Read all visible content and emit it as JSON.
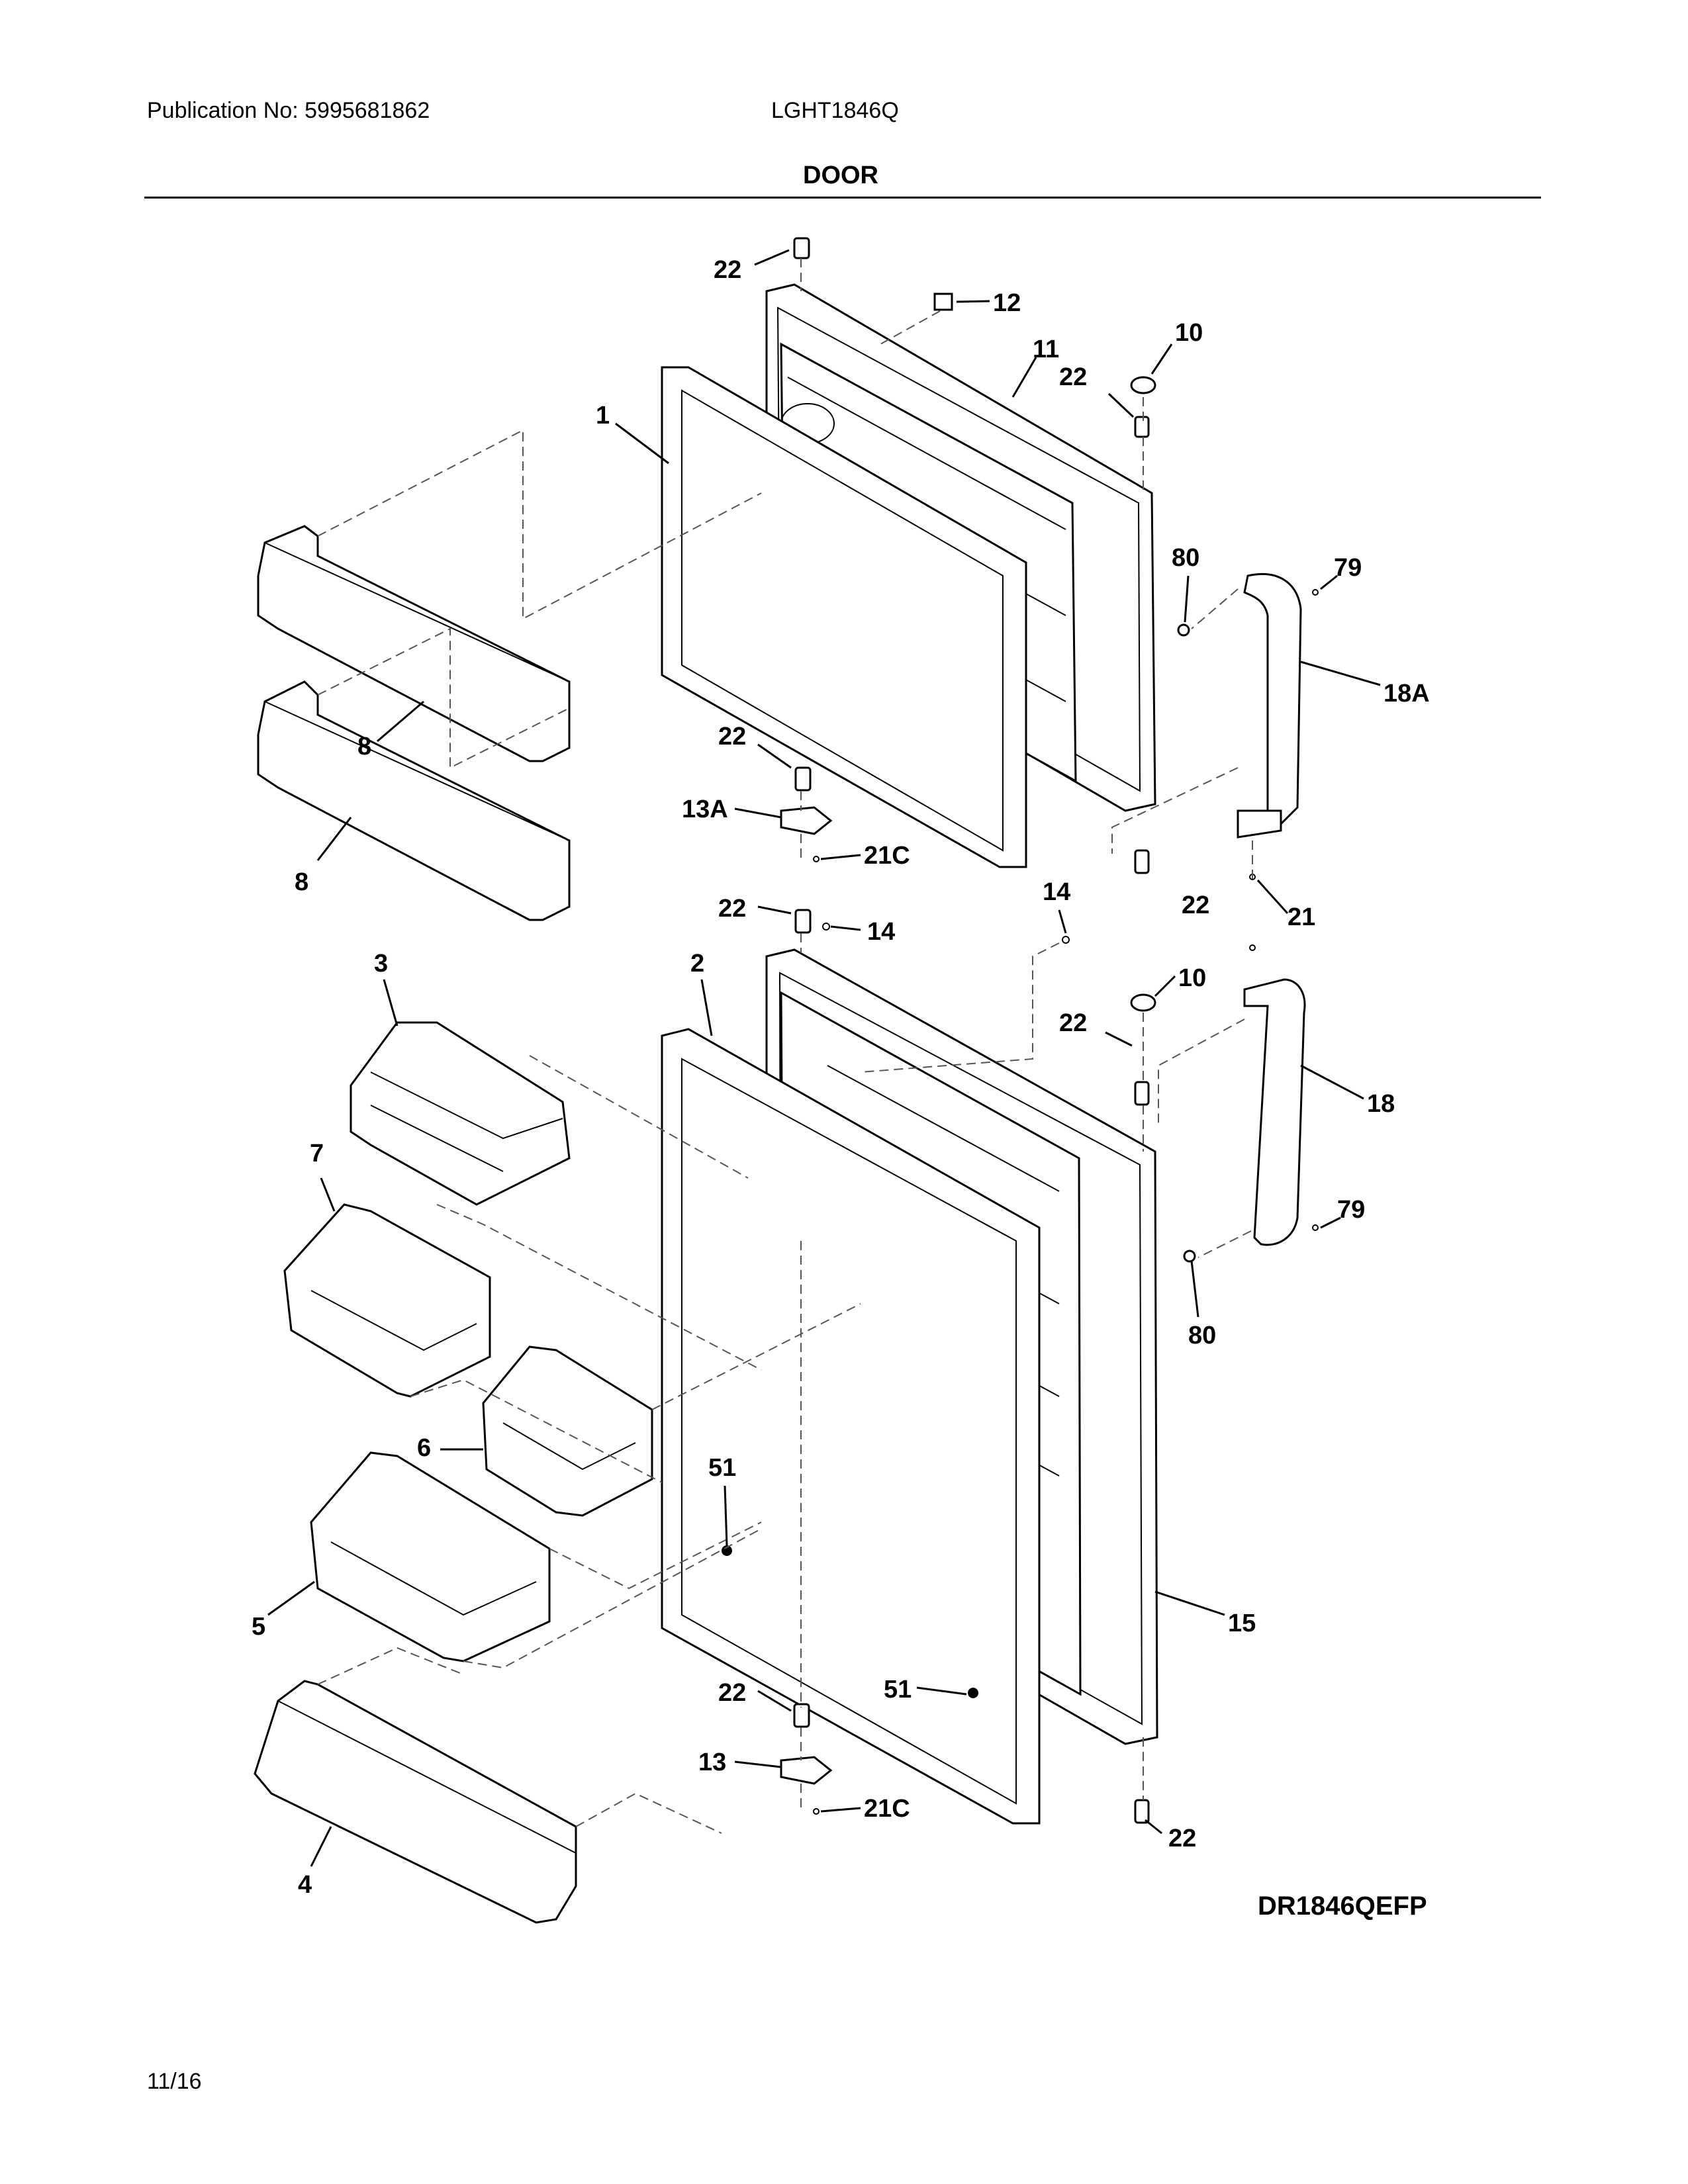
{
  "header": {
    "publication": "Publication No: 5995681862",
    "model": "LGHT1846Q",
    "section_title": "DOOR"
  },
  "callouts": {
    "c22a": "22",
    "c12": "12",
    "c11": "11",
    "c10a": "10",
    "c22b": "22",
    "c1": "1",
    "c80a": "80",
    "c79a": "79",
    "c18a": "18A",
    "c8a": "8",
    "c22c": "22",
    "c13a": "13A",
    "c21c_a": "21C",
    "c8b": "8",
    "c22d": "22",
    "c14a": "14",
    "c14b": "14",
    "c22e": "22",
    "c21": "21",
    "c3": "3",
    "c2": "2",
    "c10b": "10",
    "c22f": "22",
    "c18": "18",
    "c7": "7",
    "c79b": "79",
    "c80b": "80",
    "c6": "6",
    "c51a": "51",
    "c5": "5",
    "c15": "15",
    "c22g": "22",
    "c51b": "51",
    "c13": "13",
    "c21c_b": "21C",
    "c22h": "22",
    "c4": "4"
  },
  "footer": {
    "diagram_code": "DR1846QEFP",
    "page": "11/16"
  }
}
